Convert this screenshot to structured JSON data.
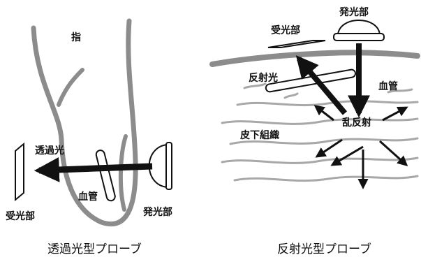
{
  "transmission": {
    "caption": "透過光型プローブ",
    "finger_label": "指",
    "transmitted_light_label": "透過光",
    "blood_vessel_label": "血管",
    "receiver_label": "受光部",
    "emitter_label": "発光部"
  },
  "reflection": {
    "caption": "反射光型プローブ",
    "emitter_label": "発光部",
    "receiver_label": "受光部",
    "reflected_light_label": "反射光",
    "blood_vessel_label": "血管",
    "scatter_label": "乱反射",
    "tissue_label": "皮下組織"
  },
  "colors": {
    "finger_outline": "#8c8c8c",
    "skin_line": "#8c8c8c",
    "tissue_lines": "#a8a8a8",
    "arrow": "#111111"
  }
}
